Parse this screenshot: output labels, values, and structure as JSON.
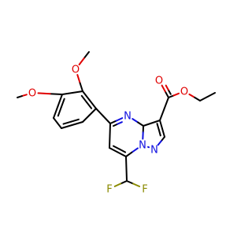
{
  "molecule": {
    "atom_labels": [
      {
        "id": "O_meo3",
        "text": "O",
        "element": "O"
      },
      {
        "id": "O_meo4",
        "text": "O",
        "element": "O"
      },
      {
        "id": "N_pyr4",
        "text": "N",
        "element": "N"
      },
      {
        "id": "O_carbonyl",
        "text": "O",
        "element": "O"
      },
      {
        "id": "O_ester",
        "text": "O",
        "element": "O"
      },
      {
        "id": "N_bridge",
        "text": "N",
        "element": "N"
      },
      {
        "id": "N_pz1",
        "text": "N",
        "element": "N"
      },
      {
        "id": "F_left",
        "text": "F",
        "element": "F"
      },
      {
        "id": "F_right",
        "text": "F",
        "element": "F"
      }
    ],
    "colors": {
      "bond": "#000000",
      "N": "#1010e0",
      "O": "#e00000",
      "F": "#8a8a00",
      "background": "#ffffff"
    }
  }
}
